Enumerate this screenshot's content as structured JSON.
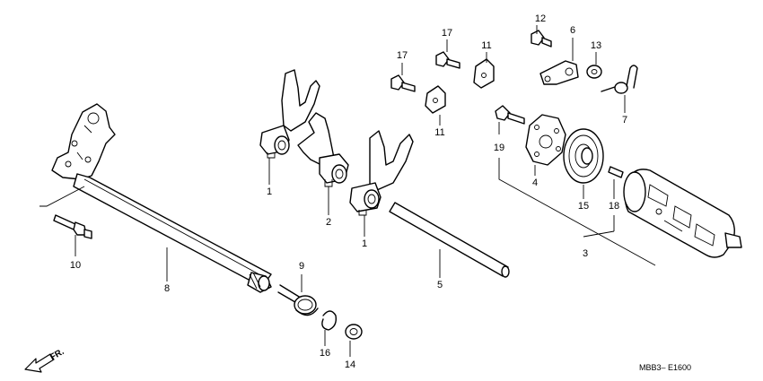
{
  "callouts": {
    "l1a": "1",
    "l1b": "1",
    "l2": "2",
    "l3": "3",
    "l4": "4",
    "l5": "5",
    "l6": "6",
    "l7": "7",
    "l8": "8",
    "l9": "9",
    "l10": "10",
    "l11a": "11",
    "l11b": "11",
    "l12": "12",
    "l13": "13",
    "l14": "14",
    "l15": "15",
    "l16": "16",
    "l17a": "17",
    "l17b": "17",
    "l18": "18",
    "l19": "19"
  },
  "direction_marker": "FR.",
  "diagram_code": "MBB3– E1600"
}
